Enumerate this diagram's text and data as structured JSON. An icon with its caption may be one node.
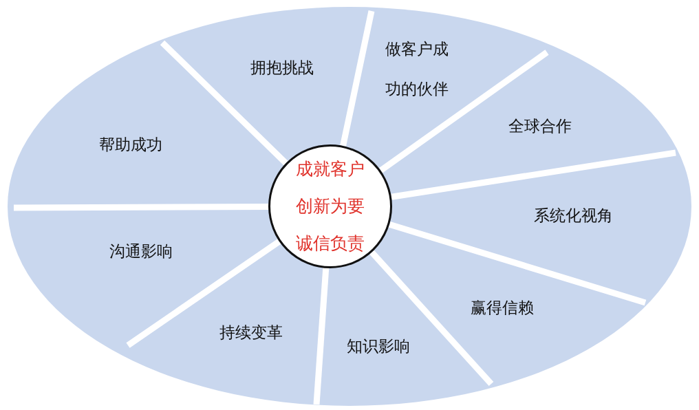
{
  "diagram": {
    "nodes": [
      {
        "text": [
          "成就客户",
          "创新为要",
          "诚信负责"
        ]
      },
      {
        "text": [
          "帮助成功"
        ]
      },
      {
        "text": [
          "拥抱挑战"
        ]
      },
      {
        "text": [
          "做客户成功的伙伴"
        ]
      },
      {
        "text": [
          "全球合作"
        ]
      },
      {
        "text": [
          "系统化视角"
        ]
      },
      {
        "text": [
          "赢得信赖"
        ]
      },
      {
        "text": [
          "知识影响"
        ]
      },
      {
        "text": [
          "持续变革"
        ]
      },
      {
        "text": [
          "沟通影响"
        ]
      }
    ]
  }
}
